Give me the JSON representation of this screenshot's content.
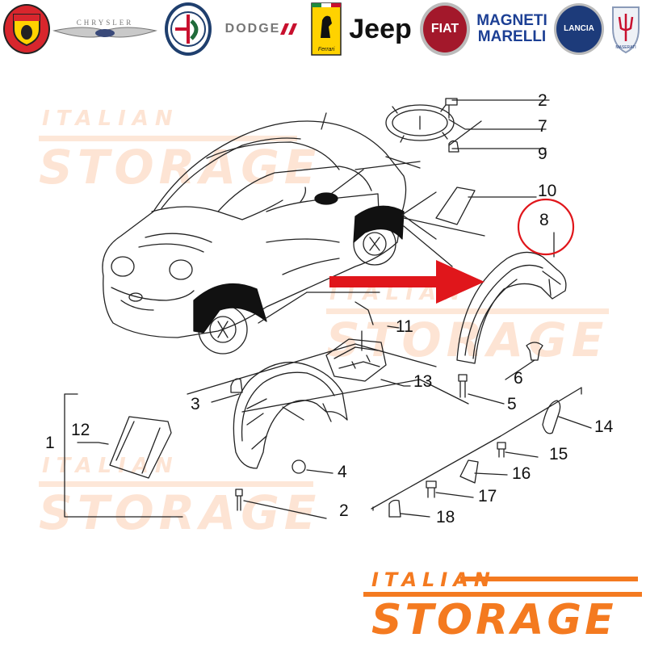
{
  "brands": [
    {
      "name": "ABARTH",
      "icon": "abarth-scorpion-shield-icon",
      "color": "#d8262d"
    },
    {
      "name": "CHRYSLER",
      "icon": "chrysler-wings-icon",
      "color": "#8a8a8a"
    },
    {
      "name": "ALFA ROMEO",
      "icon": "alfa-romeo-badge-icon",
      "color": "#1f6b3a"
    },
    {
      "name": "DODGE",
      "icon": "dodge-stripes-icon",
      "color": "#c8102e"
    },
    {
      "name": "Ferrari",
      "icon": "ferrari-prancing-horse-icon",
      "color": "#ffd200"
    },
    {
      "name": "Jeep",
      "icon": "jeep-wordmark-icon",
      "color": "#111111"
    },
    {
      "name": "FIAT",
      "icon": "fiat-badge-icon",
      "color": "#a3182b"
    },
    {
      "name": "MAGNETI MARELLI",
      "icon": "magneti-marelli-wordmark-icon",
      "color": "#1c3f94"
    },
    {
      "name": "LANCIA",
      "icon": "lancia-badge-icon",
      "color": "#1d3b7a"
    },
    {
      "name": "MASERATI",
      "icon": "maserati-trident-icon",
      "color": "#c8102e"
    }
  ],
  "callouts": {
    "c1": "1",
    "c2a": "2",
    "c2b": "2",
    "c3": "3",
    "c4": "4",
    "c5": "5",
    "c6": "6",
    "c7": "7",
    "c8": "8",
    "c9": "9",
    "c10": "10",
    "c11": "11",
    "c12": "12",
    "c13": "13",
    "c14": "14",
    "c15": "15",
    "c16": "16",
    "c17": "17",
    "c18": "18"
  },
  "highlight": {
    "callout": "8",
    "circle_color": "#e0161b",
    "arrow_color": "#e0161b"
  },
  "watermark": {
    "line1": "ITALIAN",
    "line2": "STORAGE",
    "color": "#f47a20"
  },
  "footer": {
    "line1": "ITALIAN",
    "line2": "STORAGE"
  }
}
